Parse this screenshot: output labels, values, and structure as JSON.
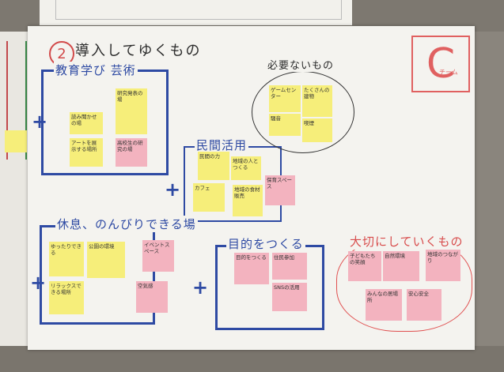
{
  "board": {
    "number": "2",
    "title": "導入してゆくもの",
    "team_letter": "C",
    "team_sub": "チーム"
  },
  "frames": {
    "education": {
      "label": "教育学び 芸術",
      "plus": "+"
    },
    "private": {
      "label": "民間活用",
      "plus": "+"
    },
    "rest": {
      "label": "休息、のんびりできる場",
      "plus": "+"
    },
    "purpose": {
      "label": "目的をつくる",
      "plus": "+"
    }
  },
  "clouds": {
    "needed": {
      "label": "必要ないもの"
    },
    "important": {
      "label": "大切にしていくもの"
    }
  },
  "notes": {
    "edu_1": "読み聞かせの場",
    "edu_2": "研究発表の場",
    "edu_3": "アートを展示する場所",
    "edu_4": "高校生の研究の場",
    "priv_1": "民間の力",
    "priv_2": "地域の人とつくる",
    "priv_3": "カフェ",
    "priv_4": "地域の食材販売",
    "priv_5": "保育スペース",
    "rest_1": "ゆったりできる",
    "rest_2": "公園の環境",
    "rest_3": "リラックスできる場所",
    "rest_4": "イベントスペース",
    "rest_5": "空気感",
    "purp_1": "目的をつくる",
    "purp_2": "住民参加",
    "purp_3": "SNSの活用",
    "need_1": "ゲームセンター",
    "need_2": "たくさんの建物",
    "need_3": "騒音",
    "need_4": "喫煙",
    "imp_1": "子どもたちの笑顔",
    "imp_2": "自然環境",
    "imp_3": "地域のつながり",
    "imp_4": "みんなの居場所",
    "imp_5": "安心安全"
  }
}
